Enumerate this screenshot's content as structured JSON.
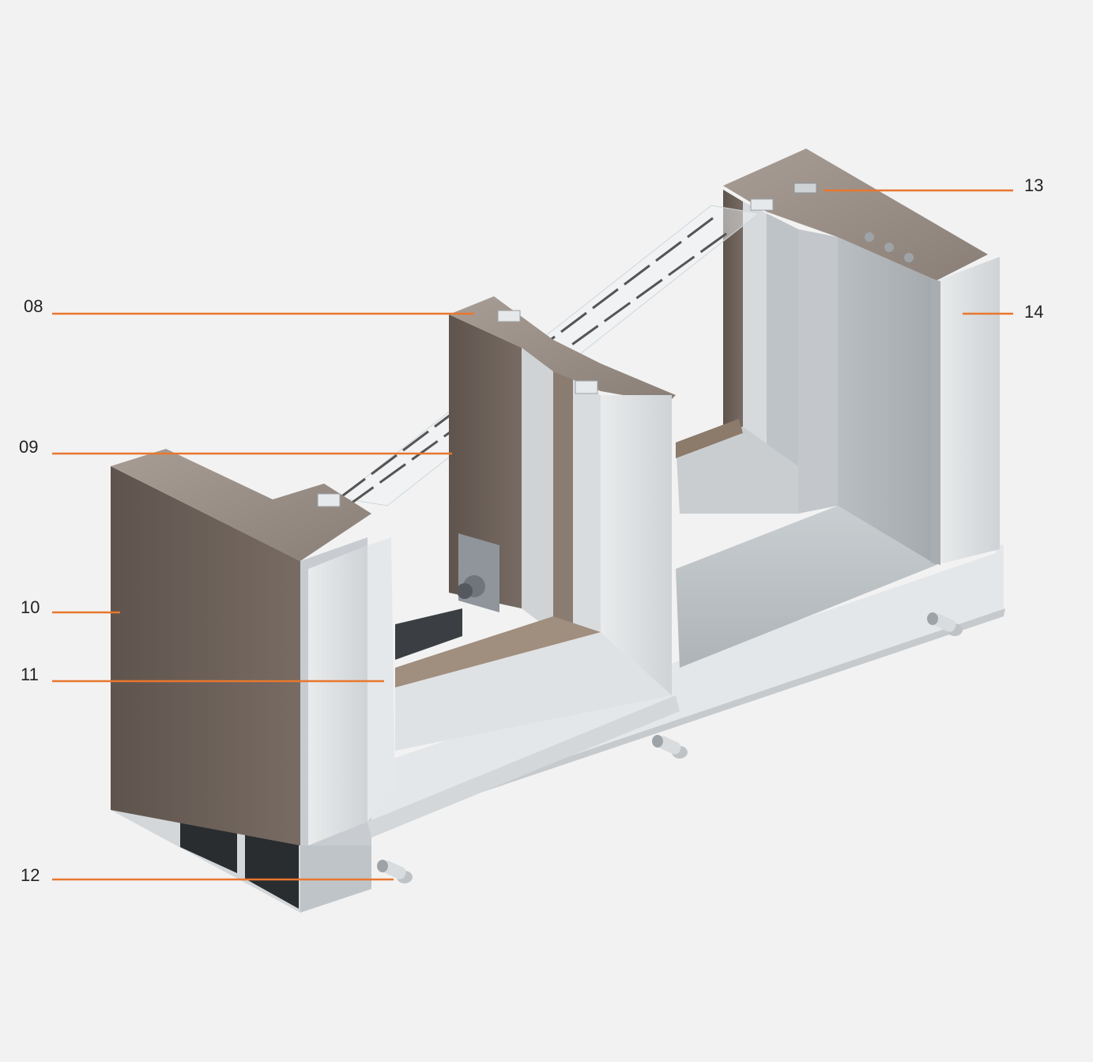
{
  "callouts": {
    "c08": "08",
    "c09": "09",
    "c10": "10",
    "c11": "11",
    "c12": "12",
    "c13": "13",
    "c14": "14"
  },
  "colors": {
    "background": "#f2f2f2",
    "leader_line": "#e8772e",
    "wood": "#6e625a",
    "wood_top": "#9c9189",
    "aluminium": "#dcdfe1",
    "aluminium_shadow": "#b7bcc0",
    "label_text": "#222222"
  }
}
